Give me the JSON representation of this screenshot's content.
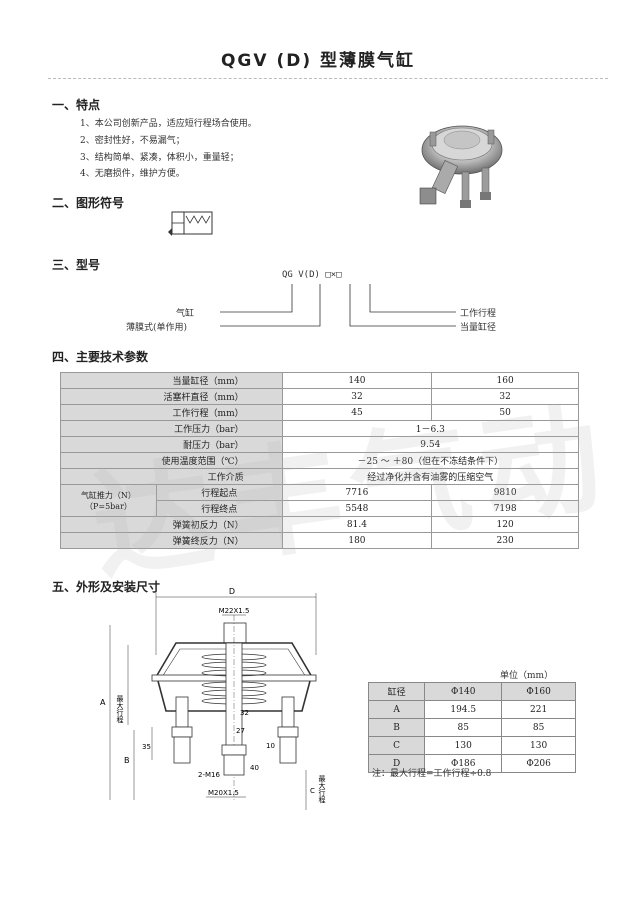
{
  "title": "QGV (D) 型薄膜气缸",
  "sections": {
    "features": "一、特点",
    "symbol": "二、图形符号",
    "model": "三、型号",
    "params": "四、主要技术参数",
    "dims": "五、外形及安装尺寸"
  },
  "features": [
    "1、本公司创新产品，适应短行程场合使用。",
    "2、密封性好，不易漏气；",
    "3、结构简单、紧凑，体积小，重量轻；",
    "4、无磨损件，维护方便。"
  ],
  "model": {
    "code": "QG  V(D) □×□",
    "left_labels": [
      "气缸",
      "薄膜式(单作用)"
    ],
    "right_labels": [
      "工作行程",
      "当量缸径"
    ]
  },
  "params": {
    "rows": [
      {
        "label": "当量缸径（mm）",
        "v1": "140",
        "v2": "160"
      },
      {
        "label": "活塞杆直径（mm）",
        "v1": "32",
        "v2": "32"
      },
      {
        "label": "工作行程（mm）",
        "v1": "45",
        "v2": "50"
      },
      {
        "label": "工作压力（bar）",
        "span": "1－6.3"
      },
      {
        "label": "耐压力（bar）",
        "span": "9.54"
      },
      {
        "label": "使用温度范围（℃）",
        "span": "－25 ～ ＋80（但在不冻结条件下）"
      },
      {
        "label": "工作介质",
        "span": "经过净化并含有油雾的压缩空气"
      }
    ],
    "force": {
      "label": "气缸推力（N） （P=5bar）",
      "start_label": "行程起点",
      "start_v1": "7716",
      "start_v2": "9810",
      "end_label": "行程终点",
      "end_v1": "5548",
      "end_v2": "7198"
    },
    "spring": [
      {
        "label": "弹簧初反力（N）",
        "v1": "81.4",
        "v2": "120"
      },
      {
        "label": "弹簧终反力（N）",
        "v1": "180",
        "v2": "230"
      }
    ]
  },
  "watermark": "达丰气动",
  "drawing": {
    "D": "D",
    "A": "A",
    "B": "B",
    "C": "C",
    "m22": "M22X1.5",
    "m20": "M20X1.5",
    "m16": "2-M16",
    "d35": "35",
    "d27": "27",
    "d32": "32",
    "d10": "10",
    "d40": "40",
    "max_stroke": "最大行程",
    "max_stroke2": "最大行程"
  },
  "dims": {
    "unit": "单位（mm）",
    "header": [
      "缸径",
      "Φ140",
      "Φ160"
    ],
    "rows": [
      [
        "A",
        "194.5",
        "221"
      ],
      [
        "B",
        "85",
        "85"
      ],
      [
        "C",
        "130",
        "130"
      ],
      [
        "D",
        "Φ186",
        "Φ206"
      ]
    ],
    "note": "注：最大行程=工作行程÷0.8"
  }
}
